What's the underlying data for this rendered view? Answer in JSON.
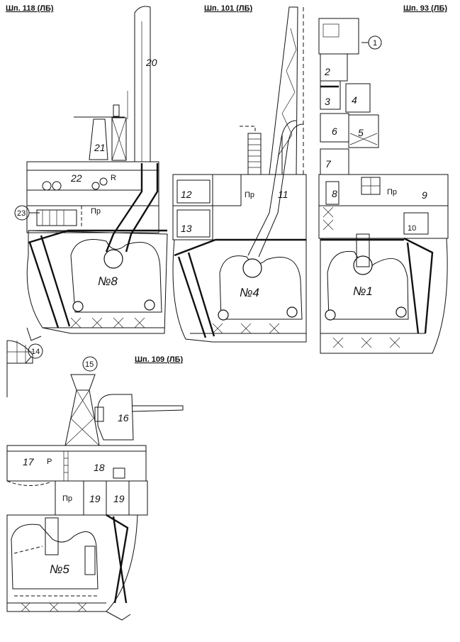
{
  "headers": {
    "frame118": "Шп. 118 (ЛБ)",
    "frame101": "Шп. 101 (ЛБ)",
    "frame93": "Шп. 93 (ЛБ)",
    "frame109": "Шп. 109 (ЛБ)"
  },
  "hull_sections": {
    "s118": "№8",
    "s101": "№4",
    "s93": "№1",
    "s109": "№5"
  },
  "labels": {
    "l1": "1",
    "l2": "2",
    "l3": "3",
    "l4": "4",
    "l5": "5",
    "l6": "6",
    "l7": "7",
    "l8": "8",
    "l9": "9",
    "l10": "10",
    "l11": "11",
    "l12": "12",
    "l13": "13",
    "l14": "14",
    "l15": "15",
    "l16": "16",
    "l17": "17",
    "l18": "18",
    "l19a": "19",
    "l19b": "19",
    "l20": "20",
    "l21": "21",
    "l22": "22",
    "l23": "23",
    "r118": "R",
    "r109": "P",
    "pr118": "Пр",
    "pr101": "Пр",
    "pr93": "Пр",
    "pr109": "Пр"
  }
}
